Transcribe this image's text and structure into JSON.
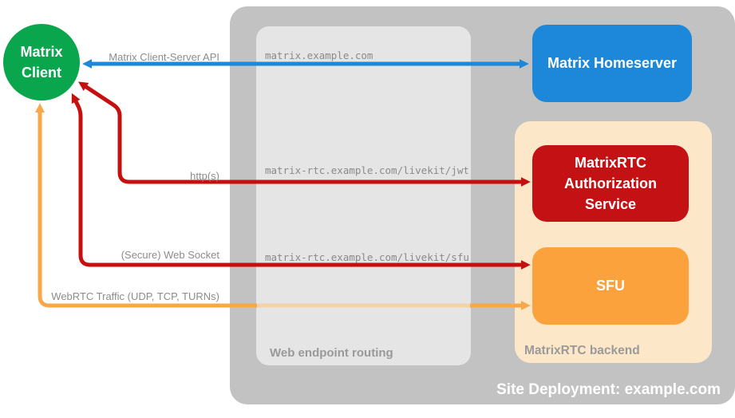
{
  "title": "MatrixRTC site deployment diagram",
  "colors": {
    "client_green": "#0aa64e",
    "homeserver_blue": "#1d87d9",
    "auth_red": "#c41113",
    "sfu_orange": "#fba23c",
    "backend_peach": "#fde7c9",
    "container_gray": "#c2c2c2",
    "routing_gray": "#e5e5e5",
    "label_gray": "#8c8c8c",
    "arrow_blue": "#1d87d9",
    "arrow_red": "#c5100f",
    "arrow_orange": "#f9a848",
    "arrow_orange_faded": "#f2d4a6"
  },
  "nodes": {
    "client": {
      "line1": "Matrix",
      "line2": "Client"
    },
    "homeserver": {
      "label": "Matrix Homeserver"
    },
    "auth_service": {
      "label": "MatrixRTC Authorization Service"
    },
    "sfu": {
      "label": "SFU"
    }
  },
  "containers": {
    "site": {
      "label": "Site Deployment: example.com"
    },
    "routing": {
      "label": "Web endpoint routing"
    },
    "backend": {
      "label": "MatrixRTC backend"
    }
  },
  "connections": [
    {
      "id": "client-server-api",
      "label": "Matrix Client-Server API",
      "route": "matrix.example.com",
      "from": "Matrix Client",
      "to": "Matrix Homeserver",
      "bidirectional": true
    },
    {
      "id": "https-jwt",
      "label": "http(s)",
      "route": "matrix-rtc.example.com/livekit/jwt",
      "from": "Matrix Client",
      "to": "MatrixRTC Authorization Service",
      "bidirectional": true
    },
    {
      "id": "secure-websocket",
      "label": "(Secure) Web Socket",
      "route": "matrix-rtc.example.com/livekit/sfu",
      "from": "Matrix Client",
      "to": "SFU",
      "bidirectional": true
    },
    {
      "id": "webrtc-traffic",
      "label": "WebRTC Traffic (UDP, TCP, TURNs)",
      "route": "",
      "from": "Matrix Client",
      "to": "SFU",
      "bidirectional": true
    }
  ]
}
